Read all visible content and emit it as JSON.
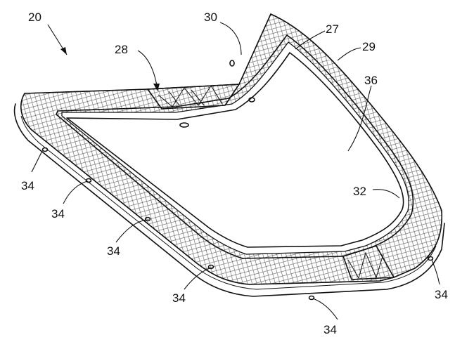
{
  "figure": {
    "reference_numerals": {
      "assembly": "20",
      "rib_front": "28",
      "rib_top": "30",
      "inner_rim": "27",
      "outer_rim": "29",
      "opening": "36",
      "inner_edge": "32",
      "fastener": "34"
    }
  }
}
